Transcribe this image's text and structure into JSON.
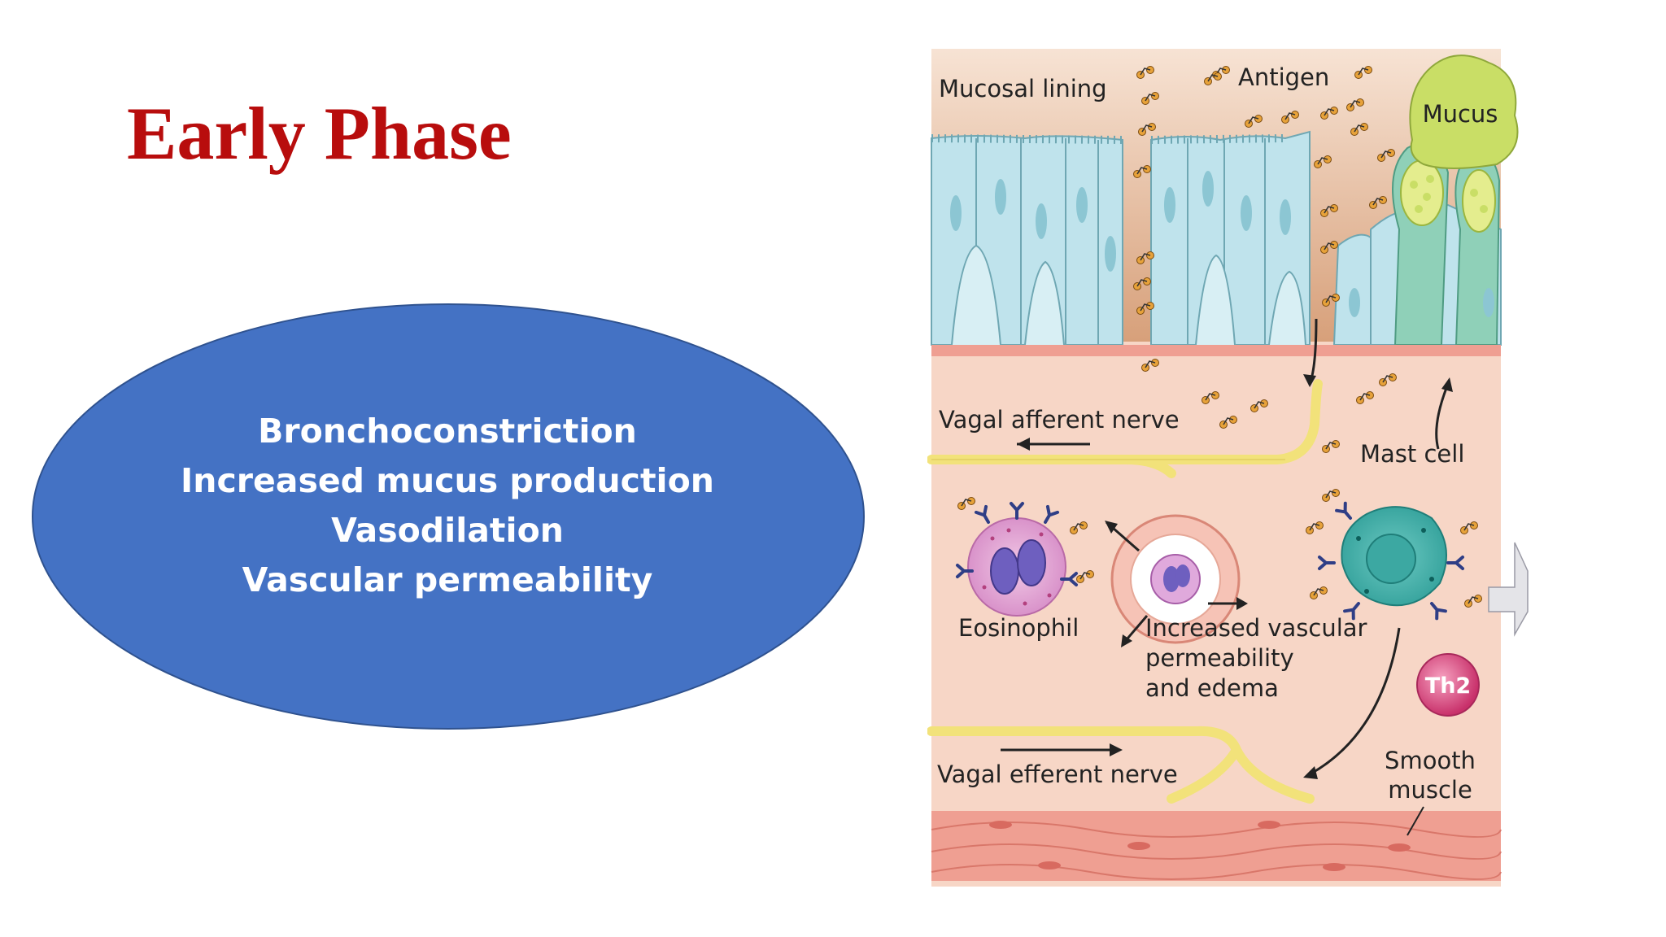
{
  "slide": {
    "title": "Early Phase",
    "effects": [
      "Bronchoconstriction",
      "Increased mucus production",
      "Vasodilation",
      "Vascular permeability"
    ]
  },
  "colors": {
    "title": "#b80d0d",
    "ellipse_fill": "#4472c4",
    "ellipse_stroke": "#2f528f",
    "tissue": "#f7d6c6",
    "epithelium": "#bfe3ec",
    "mucus": "#c9de66",
    "nerve": "#f2e27a",
    "muscle": "#ef9f92"
  },
  "figure": {
    "labels": {
      "mucosal_lining": "Mucosal lining",
      "antigen": "Antigen",
      "mucus": "Mucus",
      "vagal_afferent": "Vagal afferent nerve",
      "mast_cell": "Mast cell",
      "eosinophil": "Eosinophil",
      "vascular_line1": "Increased vascular",
      "vascular_line2": "permeability",
      "vascular_line3": "and edema",
      "th2": "Th2",
      "vagal_efferent": "Vagal efferent nerve",
      "smooth_line1": "Smooth",
      "smooth_line2": "muscle"
    }
  }
}
